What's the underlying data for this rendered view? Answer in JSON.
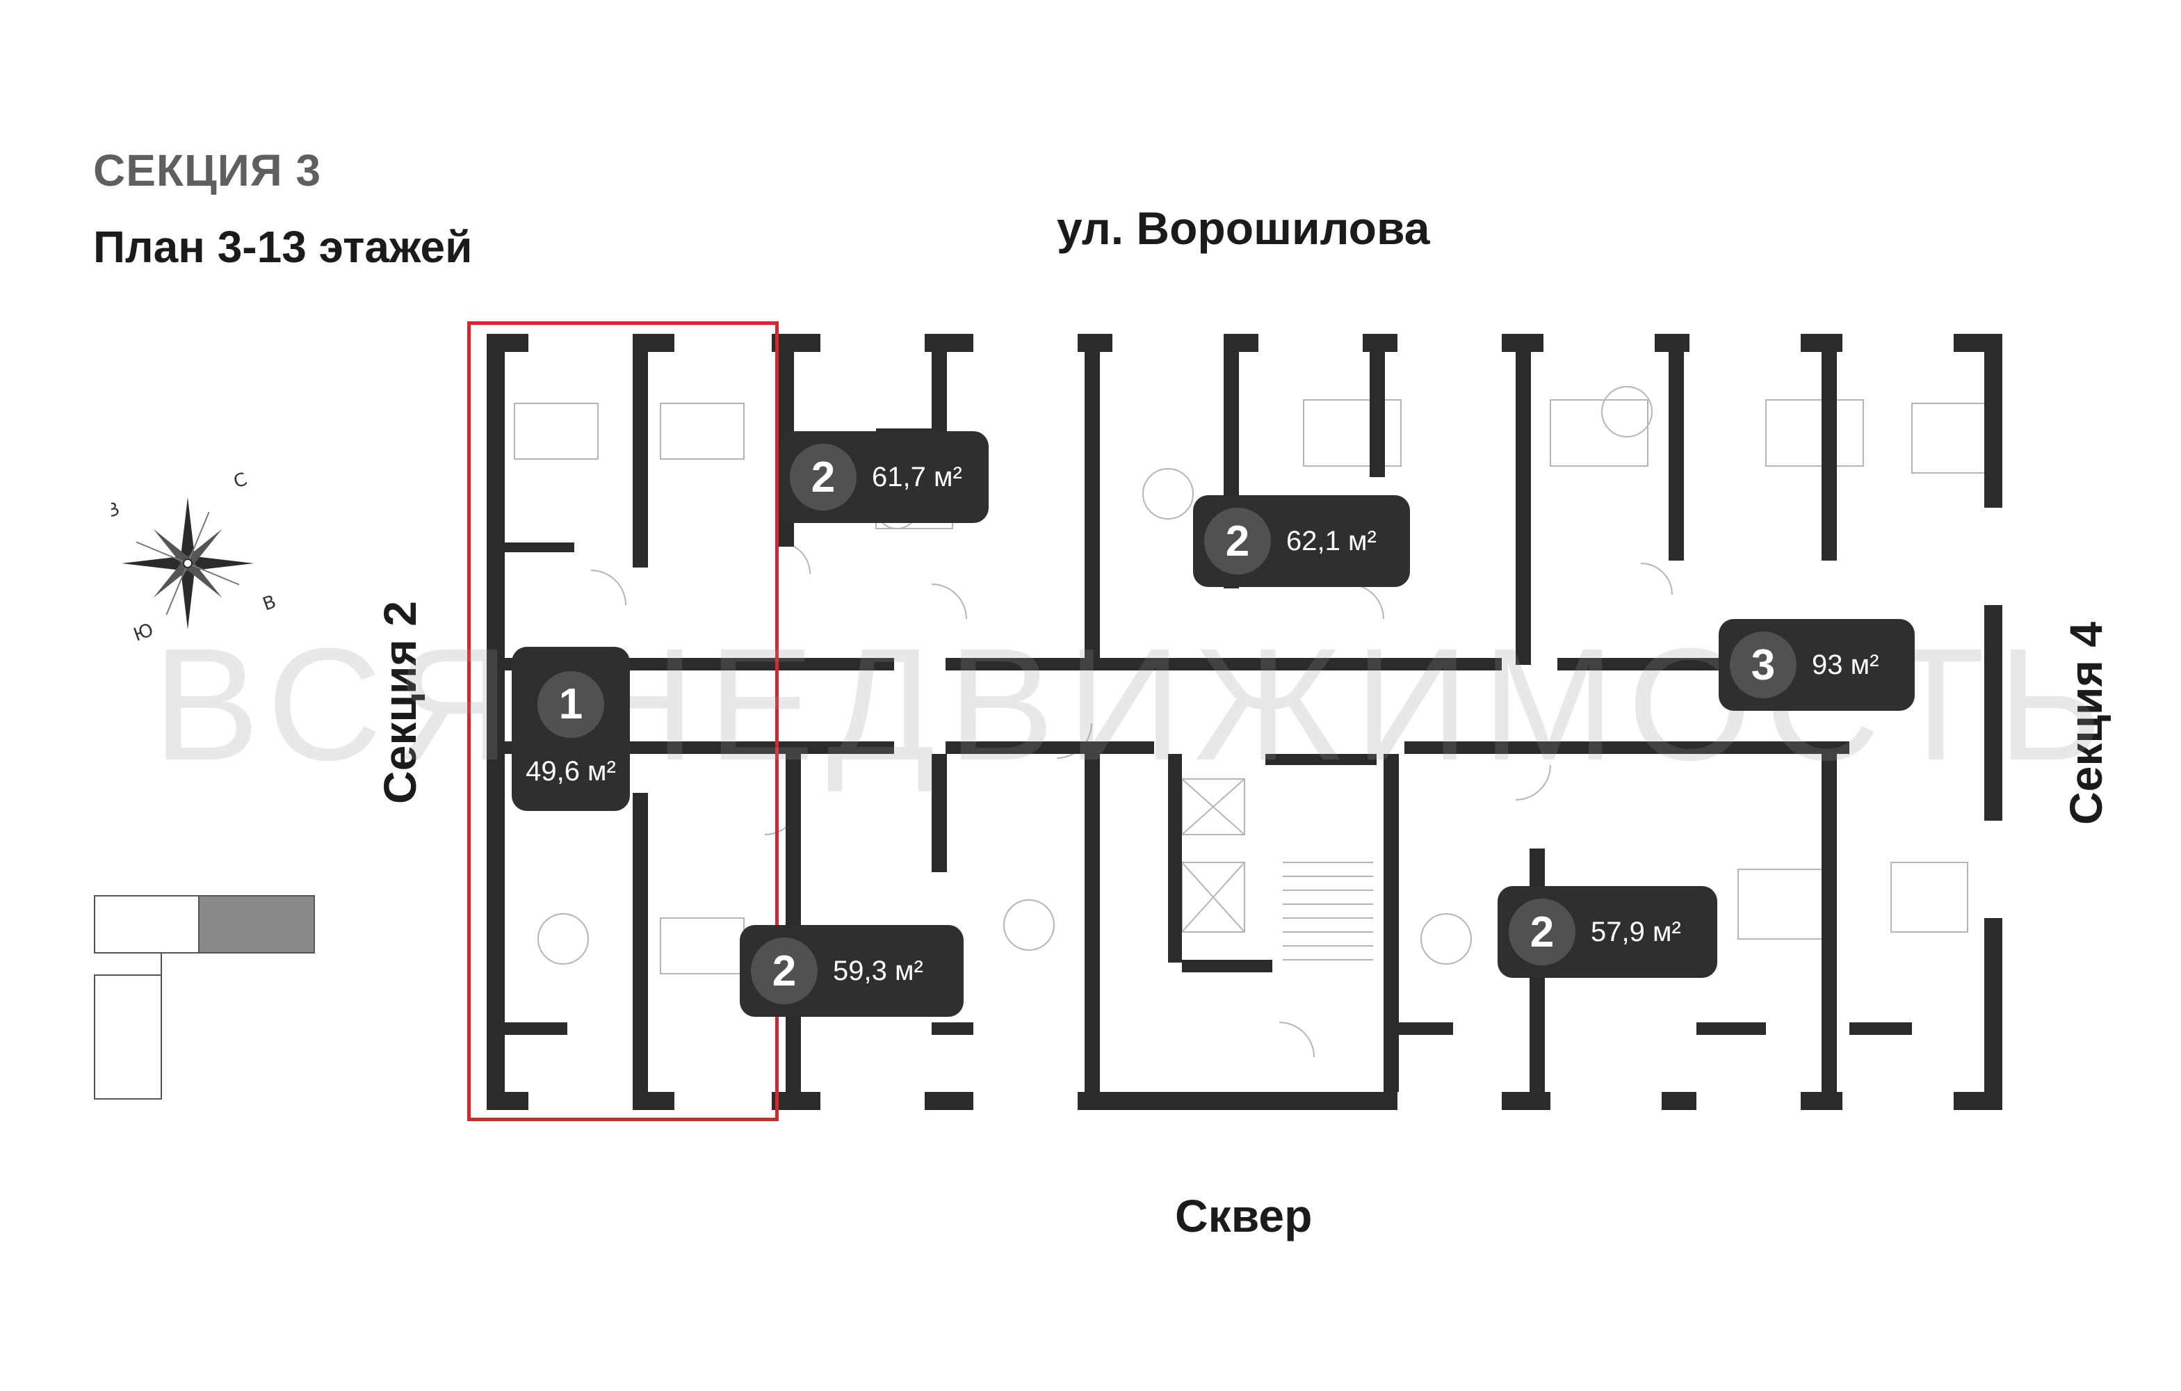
{
  "header": {
    "section": "СЕКЦИЯ 3",
    "plan": "План 3-13 этажей"
  },
  "streets": {
    "top": "ул. Ворошилова",
    "bottom": "Сквер",
    "left": "Секция 2",
    "right": "Секция 4"
  },
  "compass": {
    "n": "С",
    "e": "В",
    "s": "Ю",
    "w": "З"
  },
  "watermark": "ВСЯ НЕДВИЖИМОСТЬ",
  "apartments": [
    {
      "rooms": "1",
      "area": "49,6 м²"
    },
    {
      "rooms": "2",
      "area": "61,7 м²"
    },
    {
      "rooms": "2",
      "area": "62,1 м²"
    },
    {
      "rooms": "3",
      "area": "93 м²"
    },
    {
      "rooms": "2",
      "area": "59,3 м²"
    },
    {
      "rooms": "2",
      "area": "57,9 м²"
    }
  ],
  "colors": {
    "walls": "#2b2b2b",
    "badge": "#2f2f2f",
    "highlight": "#d9262c",
    "selected_section": "#8a8a8a"
  }
}
